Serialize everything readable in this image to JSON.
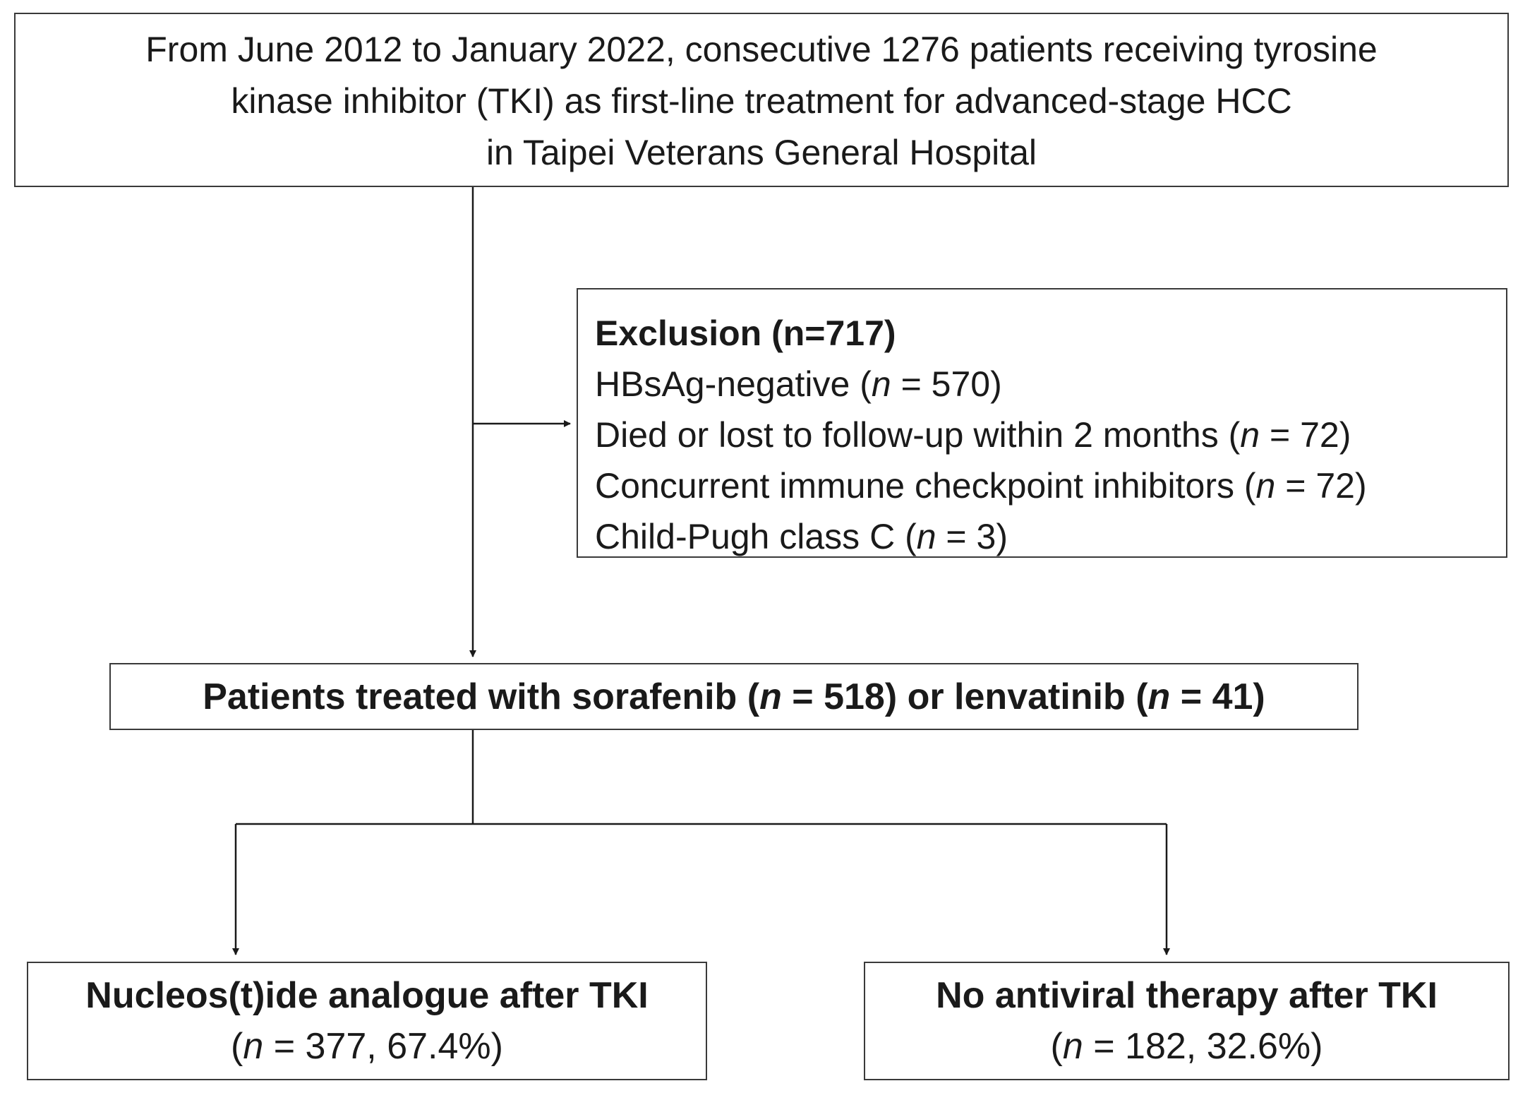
{
  "source": {
    "line1": "From June 2012 to January 2022, consecutive 1276 patients receiving tyrosine",
    "line2": "kinase inhibitor (TKI) as first-line treatment for advanced-stage HCC",
    "line3": "in Taipei Veterans General Hospital"
  },
  "exclusion": {
    "title": "Exclusion (n=717)",
    "items": [
      {
        "label": "HBsAg-negative (",
        "n": "n",
        "value": " = 570)"
      },
      {
        "label": "Died or lost to follow-up within 2 months (",
        "n": "n",
        "value": " = 72)"
      },
      {
        "label": "Concurrent immune checkpoint inhibitors (",
        "n": "n",
        "value": " = 72)"
      },
      {
        "label": "Child-Pugh class C (",
        "n": "n",
        "value": " = 3)"
      }
    ]
  },
  "treated": {
    "part1": "Patients treated with sorafenib (",
    "n1": "n",
    "part2": " = 518) or lenvatinib (",
    "n2": "n",
    "part3": " = 41)"
  },
  "nucleoside": {
    "title": "Nucleos(t)ide analogue after TKI",
    "open": "(",
    "n": "n",
    "rest": " = 377, 67.4%)"
  },
  "no_antiviral": {
    "title": "No antiviral therapy after TKI",
    "open": "(",
    "n": "n",
    "rest": " = 182, 32.6%)"
  }
}
